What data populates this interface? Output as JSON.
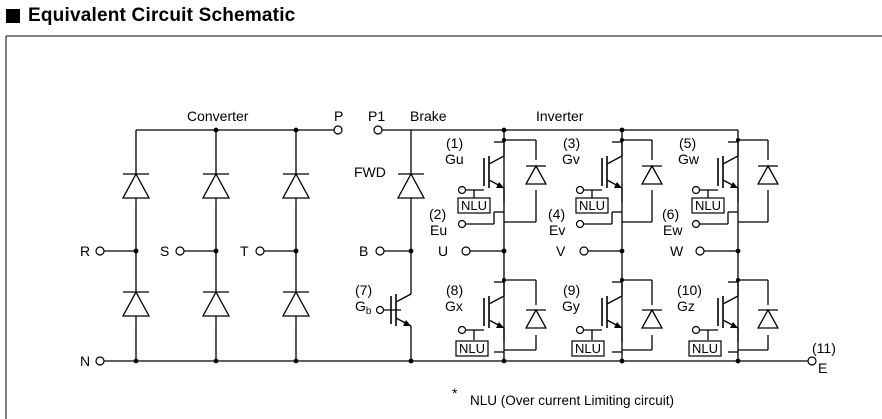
{
  "header": {
    "title": "Equivalent Circuit Schematic"
  },
  "labels": {
    "converter": "Converter",
    "p": "P",
    "p1": "P1",
    "brake": "Brake",
    "inverter": "Inverter",
    "fwd": "FWD",
    "r": "R",
    "s": "S",
    "t": "T",
    "b": "B",
    "n": "N",
    "u": "U",
    "v": "V",
    "w": "W",
    "e_num": "(11)",
    "e": "E",
    "gb_num": "(7)",
    "gb": "G",
    "gb_sub": "b",
    "nlu": "NLU"
  },
  "gates": [
    {
      "num": "(1)",
      "name": "Gu"
    },
    {
      "num": "(3)",
      "name": "Gv"
    },
    {
      "num": "(5)",
      "name": "Gw"
    },
    {
      "num": "(8)",
      "name": "Gx"
    },
    {
      "num": "(9)",
      "name": "Gy"
    },
    {
      "num": "(10)",
      "name": "Gz"
    }
  ],
  "emitters": [
    {
      "num": "(2)",
      "name": "Eu"
    },
    {
      "num": "(4)",
      "name": "Ev"
    },
    {
      "num": "(6)",
      "name": "Ew"
    }
  ],
  "footnote": {
    "star": "*",
    "text": "NLU (Over current Limiting circuit)"
  }
}
